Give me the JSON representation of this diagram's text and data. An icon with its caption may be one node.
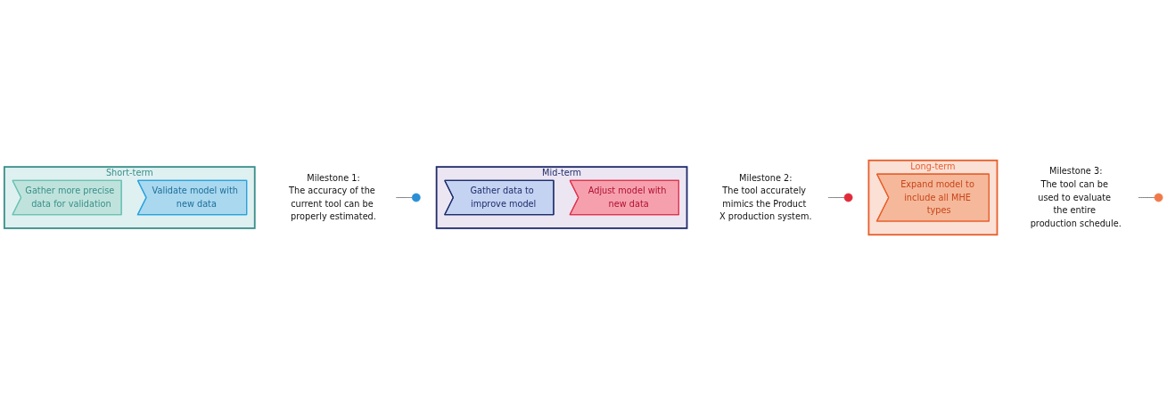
{
  "diagram": {
    "nodes": [
      {
        "text": [
          "Short-term"
        ]
      },
      {
        "text": [
          "Gather more precise data for validation"
        ],
        "in": 0
      },
      {
        "text": [
          "Validate model with new data"
        ],
        "in": 0
      },
      {
        "text": [
          "Milestone 1:",
          "The accuracy of the current tool can be properly estimated."
        ]
      },
      {
        "text": [],
        "shape": "circle"
      },
      {
        "text": [
          "Mid-term"
        ]
      },
      {
        "text": [
          "Gather data to improve model"
        ],
        "in": 5
      },
      {
        "text": [
          "Adjust model with new data"
        ],
        "in": 5
      },
      {
        "text": [
          "Milestone 2:",
          "The tool accurately mimics the Product X production system."
        ]
      },
      {
        "text": [],
        "shape": "circle"
      },
      {
        "text": [
          "Long-term"
        ]
      },
      {
        "text": [
          "Expand model to include all MHE types"
        ],
        "in": 10
      },
      {
        "text": [
          "Milestone 3:",
          "The tool can be used to evaluate the entire production schedule."
        ]
      },
      {
        "text": [],
        "shape": "circle"
      }
    ],
    "edges": [
      {
        "from": 3,
        "to": 4,
        "arrow": "none"
      },
      {
        "from": 8,
        "to": 9,
        "arrow": "none"
      },
      {
        "from": 12,
        "to": 13,
        "arrow": "none"
      }
    ]
  }
}
